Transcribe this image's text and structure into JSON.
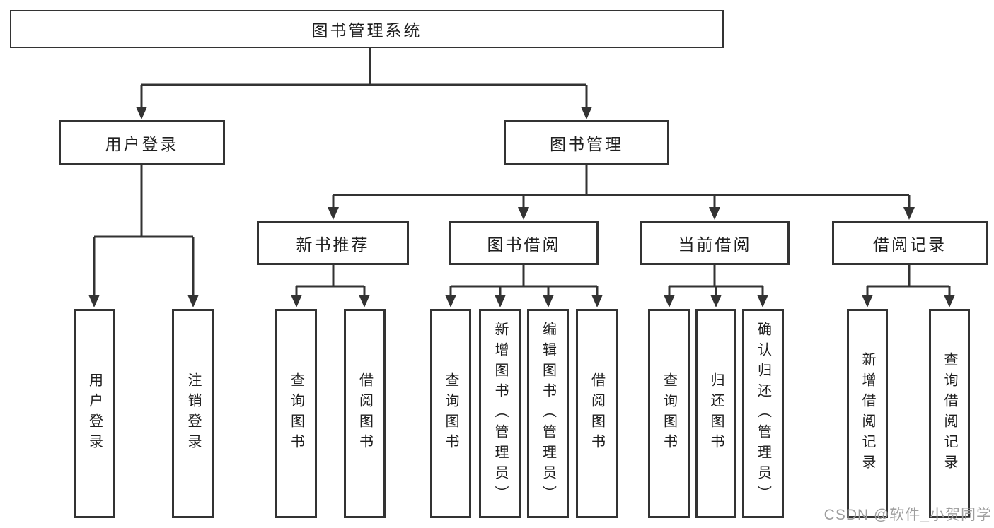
{
  "diagram": {
    "title": "图书管理系统",
    "tree": {
      "root": {
        "label": "图书管理系统",
        "children": [
          {
            "label": "用户登录",
            "children": [
              {
                "label": "用户登录"
              },
              {
                "label": "注销登录"
              }
            ]
          },
          {
            "label": "图书管理",
            "children": [
              {
                "label": "新书推荐",
                "children": [
                  {
                    "label": "查询图书"
                  },
                  {
                    "label": "借阅图书"
                  }
                ]
              },
              {
                "label": "图书借阅",
                "children": [
                  {
                    "label": "查询图书"
                  },
                  {
                    "label": "新增图书（管理员）"
                  },
                  {
                    "label": "编辑图书（管理员）"
                  },
                  {
                    "label": "借阅图书"
                  }
                ]
              },
              {
                "label": "当前借阅",
                "children": [
                  {
                    "label": "查询图书"
                  },
                  {
                    "label": "归还图书"
                  },
                  {
                    "label": "确认归还（管理员）"
                  }
                ]
              },
              {
                "label": "借阅记录",
                "children": [
                  {
                    "label": "新增借阅记录"
                  },
                  {
                    "label": "查询借阅记录"
                  }
                ]
              }
            ]
          }
        ]
      }
    },
    "colors": {
      "line": "#333333",
      "box_border": "#333333",
      "text": "#1f1f1f",
      "background": "#ffffff",
      "watermark": "#9e9e9e"
    }
  },
  "watermark": {
    "text": "CSDN @软件_小贺同学"
  }
}
